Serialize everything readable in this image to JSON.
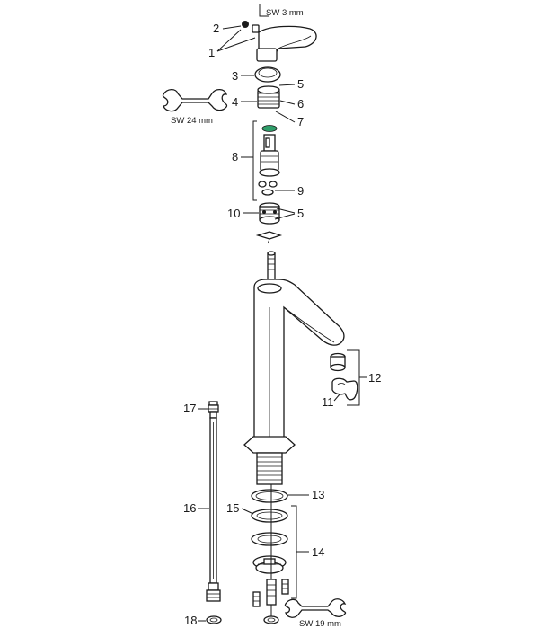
{
  "tool_labels": {
    "hex_key": "SW 3 mm",
    "wrench_24": "SW 24 mm",
    "wrench_19": "SW 19 mm"
  },
  "part_labels": {
    "p1": "1",
    "p2": "2",
    "p3": "3",
    "p4": "4",
    "p5_top": "5",
    "p6": "6",
    "p7": "7",
    "p8": "8",
    "p9": "9",
    "p10": "10",
    "p5_bottom": "5",
    "p11": "11",
    "p12": "12",
    "p13": "13",
    "p14": "14",
    "p15": "15",
    "p16": "16",
    "p17": "17",
    "p18": "18"
  },
  "colors": {
    "line": "#1a1a1a",
    "o_ring_accent": "#2f9e6a"
  }
}
